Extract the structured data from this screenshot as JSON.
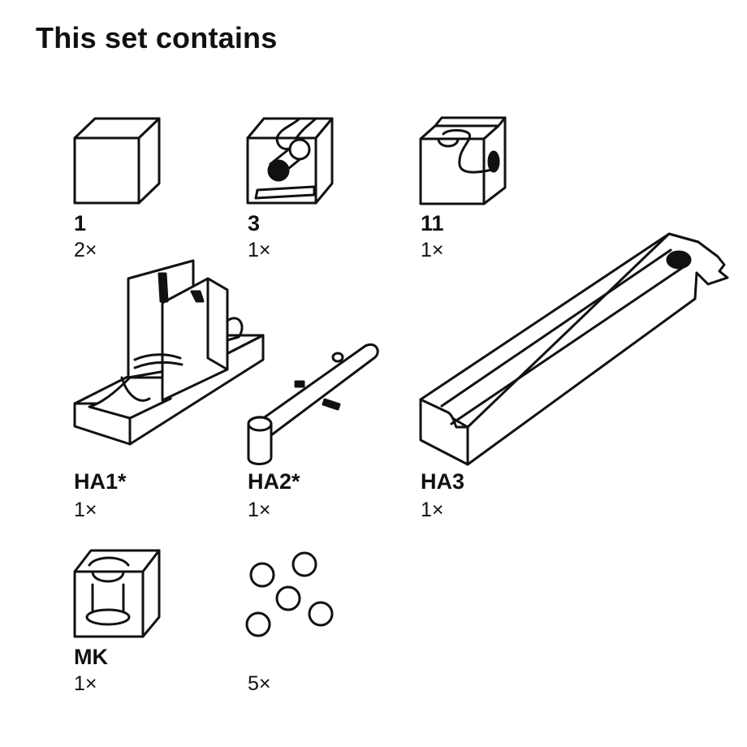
{
  "header": {
    "title": "This set contains"
  },
  "pieces": [
    {
      "code": "1",
      "quantity": "2×",
      "icon": "cube-icon"
    },
    {
      "code": "3",
      "quantity": "1×",
      "icon": "ball-chute-cube-icon"
    },
    {
      "code": "11",
      "quantity": "1×",
      "icon": "curve-tunnel-cube-icon"
    },
    {
      "code": "HA1*",
      "quantity": "1×",
      "icon": "starter-ramp-icon"
    },
    {
      "code": "HA2*",
      "quantity": "1×",
      "icon": "release-rod-icon"
    },
    {
      "code": "HA3",
      "quantity": "1×",
      "icon": "long-rail-icon"
    },
    {
      "code": "MK",
      "quantity": "1×",
      "icon": "drop-cube-icon"
    },
    {
      "code": "",
      "quantity": "5×",
      "icon": "marbles-icon"
    }
  ]
}
